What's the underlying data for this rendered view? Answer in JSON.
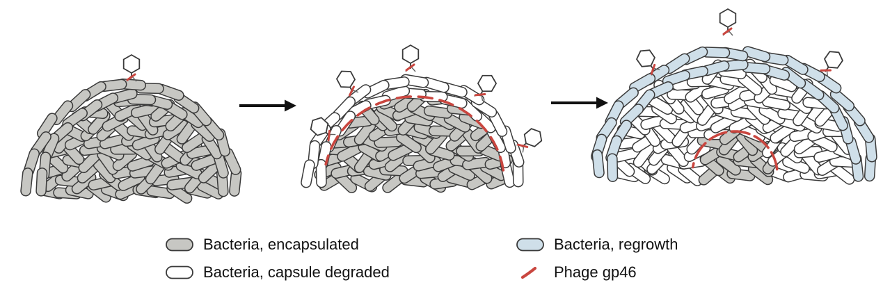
{
  "figure": {
    "stages": [
      {
        "name": "encapsulated-colony",
        "phage_count": 1
      },
      {
        "name": "capsule-degradation",
        "phage_count": 5
      },
      {
        "name": "regrowth-shell",
        "phage_count": 3
      }
    ],
    "arrow_count": 2
  },
  "legend": {
    "items": [
      {
        "id": "encapsulated",
        "label": "Bacteria, encapsulated"
      },
      {
        "id": "degraded",
        "label": "Bacteria, capsule degraded"
      },
      {
        "id": "regrowth",
        "label": "Bacteria, regrowth"
      },
      {
        "id": "gp46",
        "label": "Phage gp46"
      }
    ]
  },
  "colors": {
    "encapsulated": "#c7c7c3",
    "degraded": "#ffffff",
    "regrowth": "#cfdfe9",
    "gp46": "#c9463f",
    "outline": "#3a3a3a",
    "arrow": "#111111"
  }
}
